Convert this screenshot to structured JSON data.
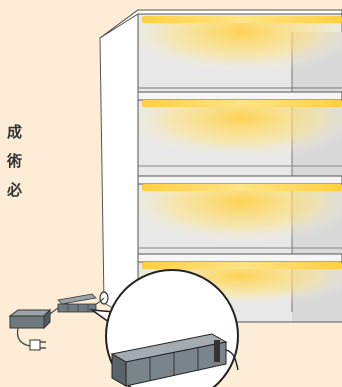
{
  "caption_lines": [
    "成",
    "術",
    "必"
  ],
  "colors": {
    "background": "#fdecd6",
    "led_glow": "#ffd24a",
    "cabinet_panel": "#e6e6e6",
    "cabinet_frame": "#ffffff",
    "outline": "#555555"
  },
  "icons": {
    "cabinet": "shelving-cabinet-illustration",
    "adapter": "power-adapter-icon",
    "plug": "plug-icon",
    "connector": "connector-block-icon"
  }
}
